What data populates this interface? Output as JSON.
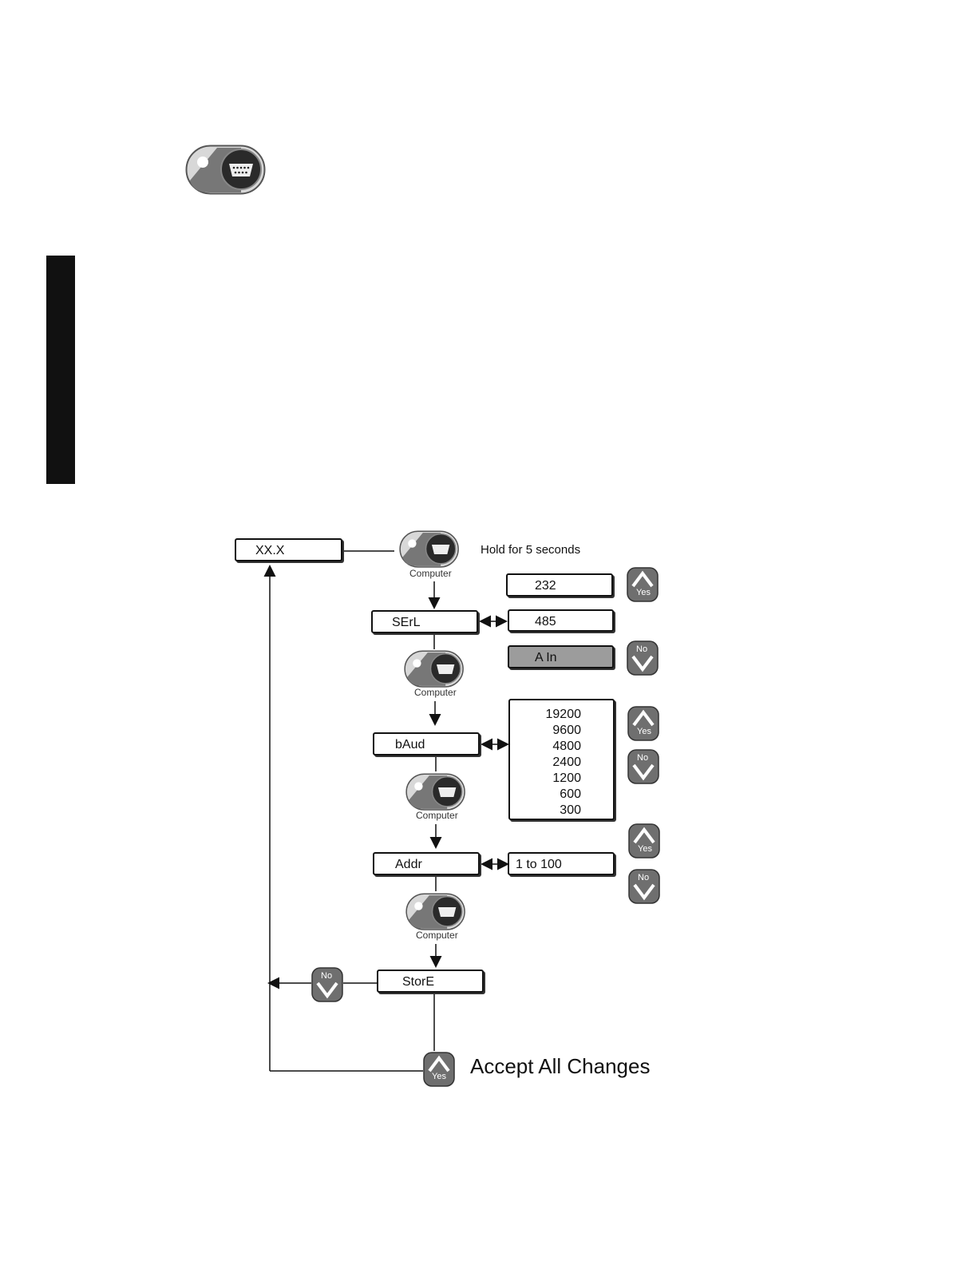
{
  "steps": {
    "display": "XX.X",
    "serial": "SErL",
    "baud": "bAud",
    "address": "Addr",
    "store": "StorE"
  },
  "serial_options": [
    "232",
    "485",
    "A In"
  ],
  "baud_options": [
    "19200",
    "9600",
    "4800",
    "2400",
    "1200",
    "600",
    "300"
  ],
  "address_range": "1 to 100",
  "labels": {
    "computer": "Computer",
    "hold": "Hold for 5 seconds",
    "yes": "Yes",
    "no": "No",
    "accept": "Accept All Changes"
  }
}
